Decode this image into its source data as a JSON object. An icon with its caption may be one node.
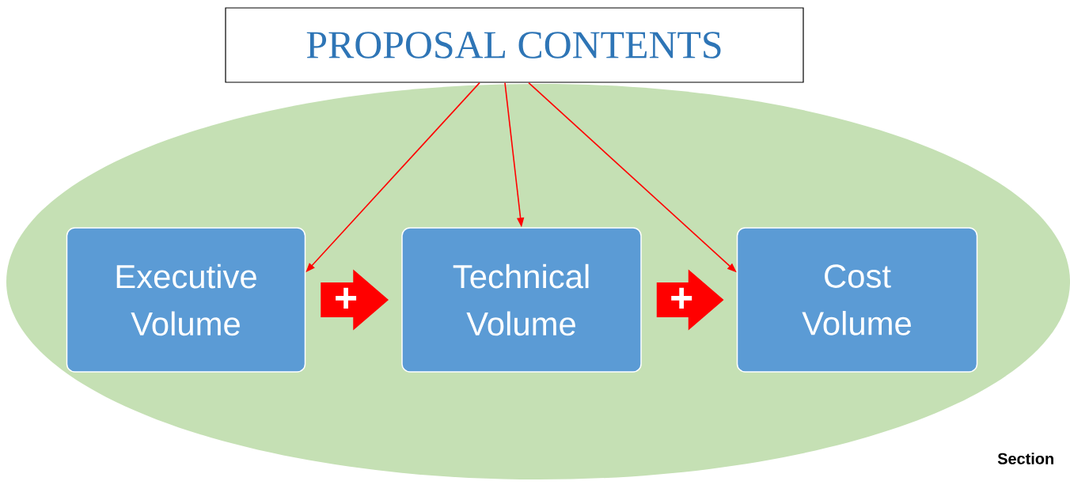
{
  "diagram": {
    "nodes": [
      {
        "text": [],
        "shape": "ellipse"
      },
      {
        "text": [
          "PROPOSAL CONTENTS"
        ]
      },
      {
        "text": [
          "Executive Volume"
        ],
        "in": 0
      },
      {
        "text": [
          "Technical Volume"
        ],
        "in": 0
      },
      {
        "text": [
          "Cost Volume"
        ],
        "in": 0
      }
    ],
    "edges": [
      {
        "from": 1,
        "to": 2,
        "arrow": "to"
      },
      {
        "from": 1,
        "to": 3,
        "arrow": "to"
      },
      {
        "from": 1,
        "to": 4,
        "arrow": "to"
      },
      {
        "from": 2,
        "to": 3,
        "arrow": "to",
        "label": "+",
        "style": "thick"
      },
      {
        "from": 3,
        "to": 4,
        "arrow": "to",
        "label": "+",
        "style": "thick"
      }
    ],
    "labels": [
      "Section"
    ]
  }
}
